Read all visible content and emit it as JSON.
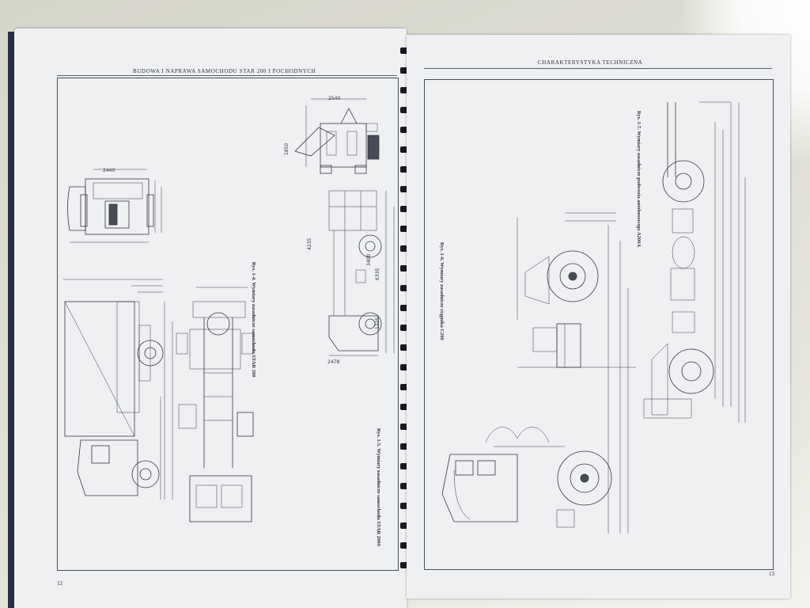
{
  "left_page": {
    "running_head": "BUDOWA I NAPRAWA SAMOCHODU STAR 200 I POCHODNYCH",
    "page_number": "12",
    "captions": {
      "fig_1_4": "Rys. 1-4. Wymiary zasadnicze samochodu STAR 200",
      "fig_1_5": "Rys. 1-5. Wymiary zasadnicze samochodu STAR 200S"
    },
    "dimensions": [
      "2540",
      "1850",
      "4235",
      "3400",
      "6335",
      "1225",
      "2478"
    ]
  },
  "right_page": {
    "running_head": "CHARAKTERYSTYKA TECHNICZNA",
    "page_number": "13",
    "captions": {
      "fig_1_6": "Rys. 1-6. Wymiary zasadnicze ciągnika C200",
      "fig_1_7": "Rys. 1-7. Wymiary zasadnicze podwozia autobusowego A200A"
    }
  }
}
